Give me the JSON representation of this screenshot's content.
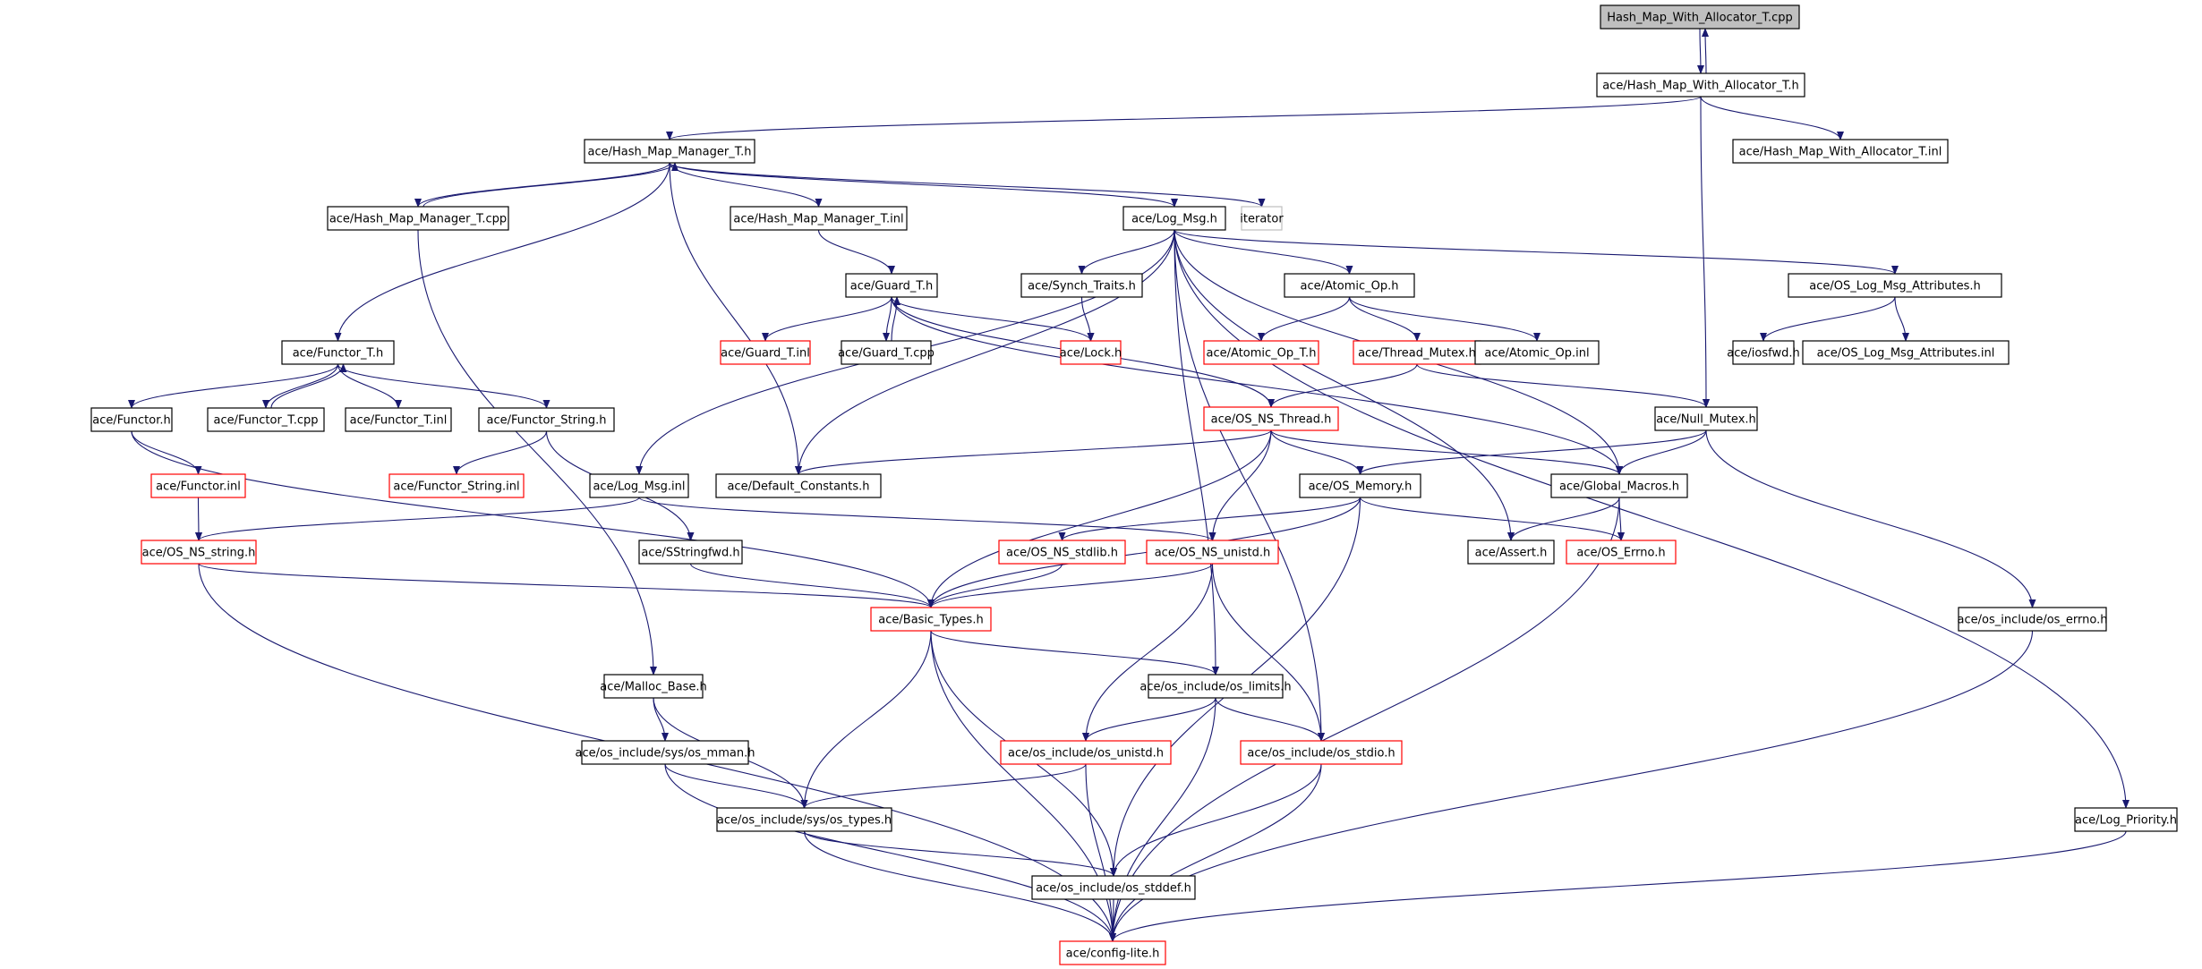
{
  "title": "Include dependency graph for Hash_Map_With_Allocator_T.cpp",
  "colors": {
    "edge": "#191970",
    "node_border": "#000000",
    "incomplete_node_border": "#ff0000",
    "external_node_border": "#bfbfbf",
    "root_fill": "#bfbfbf"
  },
  "nodes": [
    {
      "id": "root",
      "label": "Hash_Map_With_Allocator_T.cpp",
      "style": "root"
    },
    {
      "id": "hmwa_h",
      "label": "ace/Hash_Map_With_Allocator_T.h",
      "style": "normal"
    },
    {
      "id": "hmwa_inl",
      "label": "ace/Hash_Map_With_Allocator_T.inl",
      "style": "normal"
    },
    {
      "id": "hmm_h",
      "label": "ace/Hash_Map_Manager_T.h",
      "style": "normal"
    },
    {
      "id": "hmm_cpp",
      "label": "ace/Hash_Map_Manager_T.cpp",
      "style": "normal"
    },
    {
      "id": "hmm_inl",
      "label": "ace/Hash_Map_Manager_T.inl",
      "style": "normal"
    },
    {
      "id": "log_msg_h",
      "label": "ace/Log_Msg.h",
      "style": "normal"
    },
    {
      "id": "iterator",
      "label": "iterator",
      "style": "grey"
    },
    {
      "id": "guard_h",
      "label": "ace/Guard_T.h",
      "style": "normal"
    },
    {
      "id": "synch_traits",
      "label": "ace/Synch_Traits.h",
      "style": "normal"
    },
    {
      "id": "atomic_op_h",
      "label": "ace/Atomic_Op.h",
      "style": "normal"
    },
    {
      "id": "os_log_attr_h",
      "label": "ace/OS_Log_Msg_Attributes.h",
      "style": "normal"
    },
    {
      "id": "functor_t_h",
      "label": "ace/Functor_T.h",
      "style": "normal"
    },
    {
      "id": "guard_inl",
      "label": "ace/Guard_T.inl",
      "style": "red"
    },
    {
      "id": "guard_cpp",
      "label": "ace/Guard_T.cpp",
      "style": "normal"
    },
    {
      "id": "lock_h",
      "label": "ace/Lock.h",
      "style": "red"
    },
    {
      "id": "atomic_op_t_h",
      "label": "ace/Atomic_Op_T.h",
      "style": "red"
    },
    {
      "id": "thread_mutex_h",
      "label": "ace/Thread_Mutex.h",
      "style": "red"
    },
    {
      "id": "atomic_op_inl",
      "label": "ace/Atomic_Op.inl",
      "style": "normal"
    },
    {
      "id": "iosfwd",
      "label": "ace/iosfwd.h",
      "style": "normal"
    },
    {
      "id": "os_log_attr_inl",
      "label": "ace/OS_Log_Msg_Attributes.inl",
      "style": "normal"
    },
    {
      "id": "functor_h",
      "label": "ace/Functor.h",
      "style": "normal"
    },
    {
      "id": "functor_t_cpp",
      "label": "ace/Functor_T.cpp",
      "style": "normal"
    },
    {
      "id": "functor_t_inl",
      "label": "ace/Functor_T.inl",
      "style": "normal"
    },
    {
      "id": "functor_string_h",
      "label": "ace/Functor_String.h",
      "style": "normal"
    },
    {
      "id": "os_ns_thread",
      "label": "ace/OS_NS_Thread.h",
      "style": "red"
    },
    {
      "id": "null_mutex",
      "label": "ace/Null_Mutex.h",
      "style": "normal"
    },
    {
      "id": "functor_inl",
      "label": "ace/Functor.inl",
      "style": "red"
    },
    {
      "id": "functor_string_inl",
      "label": "ace/Functor_String.inl",
      "style": "red"
    },
    {
      "id": "log_msg_inl",
      "label": "ace/Log_Msg.inl",
      "style": "normal"
    },
    {
      "id": "default_constants",
      "label": "ace/Default_Constants.h",
      "style": "normal"
    },
    {
      "id": "os_memory",
      "label": "ace/OS_Memory.h",
      "style": "normal"
    },
    {
      "id": "global_macros",
      "label": "ace/Global_Macros.h",
      "style": "normal"
    },
    {
      "id": "os_ns_string",
      "label": "ace/OS_NS_string.h",
      "style": "red"
    },
    {
      "id": "sstringfwd",
      "label": "ace/SStringfwd.h",
      "style": "normal"
    },
    {
      "id": "os_ns_stdlib",
      "label": "ace/OS_NS_stdlib.h",
      "style": "red"
    },
    {
      "id": "os_ns_unistd",
      "label": "ace/OS_NS_unistd.h",
      "style": "red"
    },
    {
      "id": "assert_h",
      "label": "ace/Assert.h",
      "style": "normal"
    },
    {
      "id": "os_errno",
      "label": "ace/OS_Errno.h",
      "style": "red"
    },
    {
      "id": "basic_types",
      "label": "ace/Basic_Types.h",
      "style": "red"
    },
    {
      "id": "os_include_errno",
      "label": "ace/os_include/os_errno.h",
      "style": "normal"
    },
    {
      "id": "malloc_base",
      "label": "ace/Malloc_Base.h",
      "style": "normal"
    },
    {
      "id": "os_limits",
      "label": "ace/os_include/os_limits.h",
      "style": "normal"
    },
    {
      "id": "sys_os_mman",
      "label": "ace/os_include/sys/os_mman.h",
      "style": "normal"
    },
    {
      "id": "os_unistd",
      "label": "ace/os_include/os_unistd.h",
      "style": "red"
    },
    {
      "id": "os_stdio",
      "label": "ace/os_include/os_stdio.h",
      "style": "red"
    },
    {
      "id": "sys_os_types",
      "label": "ace/os_include/sys/os_types.h",
      "style": "normal"
    },
    {
      "id": "log_priority",
      "label": "ace/Log_Priority.h",
      "style": "normal"
    },
    {
      "id": "os_stddef",
      "label": "ace/os_include/os_stddef.h",
      "style": "normal"
    },
    {
      "id": "config_lite",
      "label": "ace/config-lite.h",
      "style": "red"
    }
  ],
  "edges": [
    [
      "root",
      "hmwa_h"
    ],
    [
      "hmwa_h",
      "root"
    ],
    [
      "hmwa_h",
      "hmm_h"
    ],
    [
      "hmwa_h",
      "hmwa_inl"
    ],
    [
      "hmwa_h",
      "null_mutex"
    ],
    [
      "hmm_h",
      "hmm_cpp"
    ],
    [
      "hmm_cpp",
      "hmm_h"
    ],
    [
      "hmm_h",
      "hmm_inl"
    ],
    [
      "hmm_h",
      "log_msg_h"
    ],
    [
      "hmm_h",
      "iterator"
    ],
    [
      "hmm_h",
      "functor_t_h"
    ],
    [
      "hmm_h",
      "default_constants"
    ],
    [
      "hmm_cpp",
      "malloc_base"
    ],
    [
      "hmm_inl",
      "guard_h"
    ],
    [
      "log_msg_h",
      "synch_traits"
    ],
    [
      "log_msg_h",
      "atomic_op_h"
    ],
    [
      "log_msg_h",
      "os_log_attr_h"
    ],
    [
      "log_msg_h",
      "log_msg_inl"
    ],
    [
      "log_msg_h",
      "default_constants"
    ],
    [
      "log_msg_h",
      "global_macros"
    ],
    [
      "log_msg_h",
      "assert_h"
    ],
    [
      "log_msg_h",
      "log_priority"
    ],
    [
      "log_msg_h",
      "os_limits"
    ],
    [
      "log_msg_h",
      "os_stdio"
    ],
    [
      "guard_h",
      "guard_inl"
    ],
    [
      "guard_h",
      "guard_cpp"
    ],
    [
      "guard_cpp",
      "guard_h"
    ],
    [
      "guard_h",
      "lock_h"
    ],
    [
      "guard_h",
      "os_ns_thread"
    ],
    [
      "guard_h",
      "global_macros"
    ],
    [
      "synch_traits",
      "lock_h"
    ],
    [
      "atomic_op_h",
      "atomic_op_t_h"
    ],
    [
      "atomic_op_h",
      "thread_mutex_h"
    ],
    [
      "atomic_op_h",
      "atomic_op_inl"
    ],
    [
      "thread_mutex_h",
      "os_ns_thread"
    ],
    [
      "thread_mutex_h",
      "null_mutex"
    ],
    [
      "os_log_attr_h",
      "iosfwd"
    ],
    [
      "os_log_attr_h",
      "os_log_attr_inl"
    ],
    [
      "functor_t_h",
      "functor_h"
    ],
    [
      "functor_t_h",
      "functor_t_cpp"
    ],
    [
      "functor_t_cpp",
      "functor_t_h"
    ],
    [
      "functor_t_h",
      "functor_t_inl"
    ],
    [
      "functor_t_h",
      "functor_string_h"
    ],
    [
      "functor_h",
      "functor_inl"
    ],
    [
      "functor_h",
      "basic_types"
    ],
    [
      "functor_string_h",
      "functor_string_inl"
    ],
    [
      "functor_string_h",
      "sstringfwd"
    ],
    [
      "functor_inl",
      "os_ns_string"
    ],
    [
      "os_ns_thread",
      "default_constants"
    ],
    [
      "os_ns_thread",
      "os_memory"
    ],
    [
      "os_ns_thread",
      "global_macros"
    ],
    [
      "os_ns_thread",
      "basic_types"
    ],
    [
      "os_ns_thread",
      "os_ns_unistd"
    ],
    [
      "null_mutex",
      "os_memory"
    ],
    [
      "null_mutex",
      "global_macros"
    ],
    [
      "null_mutex",
      "os_include_errno"
    ],
    [
      "log_msg_inl",
      "os_ns_string"
    ],
    [
      "log_msg_inl",
      "os_ns_unistd"
    ],
    [
      "os_memory",
      "basic_types"
    ],
    [
      "os_memory",
      "os_ns_stdlib"
    ],
    [
      "os_memory",
      "os_errno"
    ],
    [
      "os_memory",
      "os_stddef"
    ],
    [
      "global_macros",
      "assert_h"
    ],
    [
      "global_macros",
      "os_errno"
    ],
    [
      "global_macros",
      "config_lite"
    ],
    [
      "os_ns_string",
      "basic_types"
    ],
    [
      "os_ns_string",
      "config_lite"
    ],
    [
      "sstringfwd",
      "basic_types"
    ],
    [
      "os_ns_stdlib",
      "basic_types"
    ],
    [
      "os_ns_unistd",
      "basic_types"
    ],
    [
      "os_ns_unistd",
      "os_unistd"
    ],
    [
      "os_ns_unistd",
      "os_stdio"
    ],
    [
      "basic_types",
      "os_limits"
    ],
    [
      "basic_types",
      "sys_os_types"
    ],
    [
      "basic_types",
      "os_stddef"
    ],
    [
      "basic_types",
      "config_lite"
    ],
    [
      "os_include_errno",
      "config_lite"
    ],
    [
      "malloc_base",
      "sys_os_mman"
    ],
    [
      "malloc_base",
      "sys_os_types"
    ],
    [
      "os_limits",
      "os_unistd"
    ],
    [
      "os_limits",
      "os_stdio"
    ],
    [
      "os_limits",
      "config_lite"
    ],
    [
      "sys_os_mman",
      "sys_os_types"
    ],
    [
      "sys_os_mman",
      "config_lite"
    ],
    [
      "os_unistd",
      "sys_os_types"
    ],
    [
      "os_unistd",
      "config_lite"
    ],
    [
      "os_stdio",
      "os_stddef"
    ],
    [
      "os_stdio",
      "config_lite"
    ],
    [
      "sys_os_types",
      "os_stddef"
    ],
    [
      "sys_os_types",
      "config_lite"
    ],
    [
      "log_priority",
      "config_lite"
    ],
    [
      "os_stddef",
      "config_lite"
    ]
  ]
}
